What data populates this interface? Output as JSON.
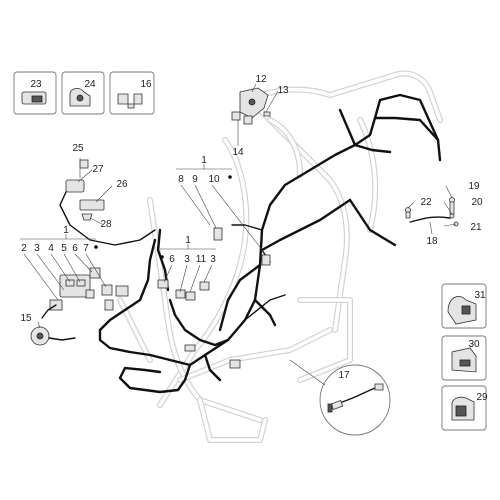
{
  "callouts": {
    "c1a": "1",
    "c1b": "1",
    "c1c": "1",
    "c2": "2",
    "c3a": "3",
    "c3b": "3",
    "c3c": "3",
    "c4": "4",
    "c5": "5",
    "c6a": "6",
    "c6b": "6",
    "c7": "7",
    "c8": "8",
    "c9": "9",
    "c10": "10",
    "c11": "11",
    "c12": "12",
    "c13": "13",
    "c14": "14",
    "c15": "15",
    "c16": "16",
    "c17": "17",
    "c18": "18",
    "c19": "19",
    "c20": "20",
    "c21": "21",
    "c22": "22",
    "c23": "23",
    "c24": "24",
    "c25": "25",
    "c26": "26",
    "c27": "27",
    "c28": "28",
    "c29": "29",
    "c30": "30",
    "c31": "31"
  },
  "colors": {
    "harness": "#111111",
    "frame": "#d2d2d2",
    "box_border": "#777777"
  }
}
